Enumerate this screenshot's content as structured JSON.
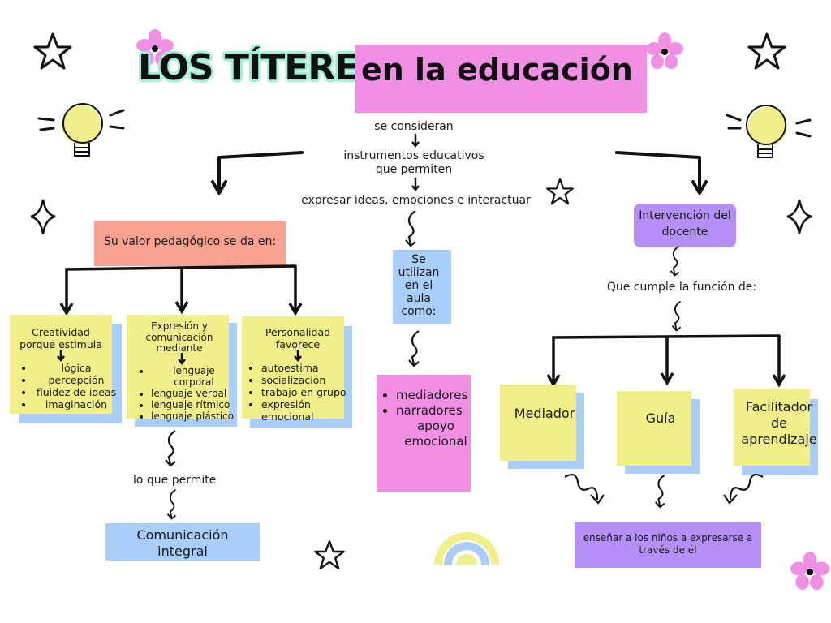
{
  "title": {
    "part1": "LOS TÍTERES",
    "part2": "en la educación"
  },
  "center": {
    "consideran": "se consideran",
    "instrumentos_line1": "instrumentos educativos",
    "instrumentos_line2": "que permiten",
    "expresar": "expresar ideas, emociones e interactuar",
    "se_utilizan": [
      "Se",
      "utilizan",
      "en el",
      "aula",
      "como:"
    ],
    "roles": [
      "mediadores",
      "narradores",
      "apoyo",
      "emocional"
    ]
  },
  "left": {
    "header": "Su valor pedagógico se da en:",
    "creatividad": {
      "title": [
        "Creatividad",
        "porque estimula"
      ],
      "items": [
        "lógica",
        "percepción",
        "fluidez de ideas",
        "imaginación"
      ]
    },
    "expresion": {
      "title": [
        "Expresión y",
        "comunicación",
        "mediante"
      ],
      "items": [
        "lenguaje",
        "corporal",
        "lenguaje verbal",
        "lenguaje rítmico",
        "lenguaje plástico"
      ]
    },
    "personalidad": {
      "title": [
        "Personalidad",
        "favorece"
      ],
      "items": [
        "autoestima",
        "socialización",
        "trabajo en grupo",
        "expresión",
        "emocional"
      ]
    },
    "permite": "lo que permite",
    "comunicacion": [
      "Comunicación",
      "integral"
    ]
  },
  "right": {
    "header": [
      "Intervención del",
      "docente"
    ],
    "cumple": "Que cumple la función de:",
    "mediador": "Mediador",
    "guia": "Guía",
    "facilitador": [
      "Facilitador",
      "de",
      "aprendizaje"
    ],
    "ensenar": [
      "enseñar a los niños a expresarse a",
      "través de él"
    ]
  },
  "colors": {
    "pink": "#f08fe4",
    "yellow": "#f1ef8a",
    "blue": "#a9cff8",
    "salmon": "#f8a292",
    "purple": "#b38ff6",
    "mint": "#9ef0d6"
  },
  "icons": [
    "star-icon",
    "flower-icon",
    "lightbulb-icon",
    "sparkle-icon",
    "rainbow-icon",
    "arrow-icon",
    "squiggle-arrow-icon"
  ]
}
